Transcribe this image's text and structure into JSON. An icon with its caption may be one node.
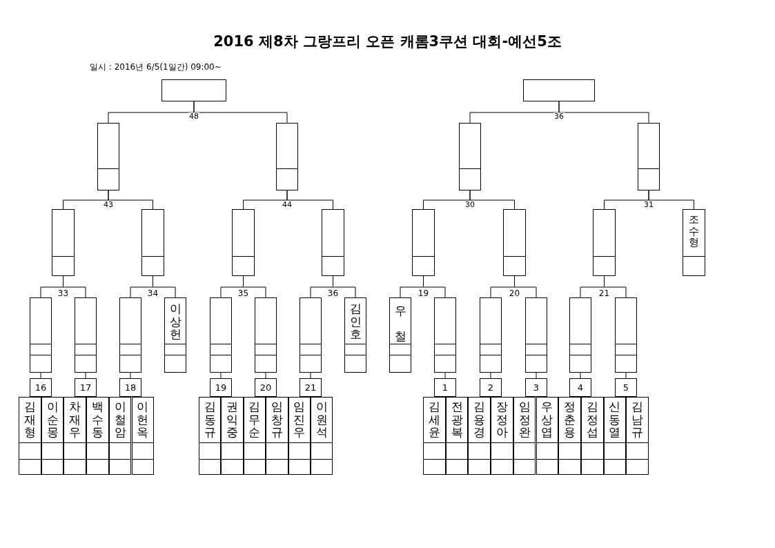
{
  "diagram": {
    "title": "2016 제8차 그랑프리 오픈 캐롬3쿠션 대회-예선5조",
    "caption": "일시 : 2016년 6/5(1일간) 09:00~",
    "nodes": [
      {
        "text": [],
        "shape": "box"
      },
      {
        "text": [],
        "shape": "box"
      },
      {
        "text": [],
        "shape": "box"
      },
      {
        "text": [],
        "shape": "box"
      },
      {
        "text": [],
        "shape": "box"
      },
      {
        "text": [],
        "shape": "box"
      },
      {
        "text": [],
        "shape": "box"
      },
      {
        "text": [],
        "shape": "box"
      },
      {
        "text": [],
        "shape": "box"
      },
      {
        "text": [],
        "shape": "box"
      },
      {
        "text": [],
        "shape": "box"
      },
      {
        "text": [],
        "shape": "box"
      },
      {
        "text": [],
        "shape": "box"
      },
      {
        "text": [
          "조수형"
        ]
      },
      {
        "text": [],
        "shape": "box"
      },
      {
        "text": [],
        "shape": "box"
      },
      {
        "text": [],
        "shape": "box"
      },
      {
        "text": [
          "이상헌"
        ]
      },
      {
        "text": [],
        "shape": "box"
      },
      {
        "text": [],
        "shape": "box"
      },
      {
        "text": [],
        "shape": "box"
      },
      {
        "text": [
          "김인호"
        ]
      },
      {
        "text": [
          "우 철"
        ]
      },
      {
        "text": [],
        "shape": "box"
      },
      {
        "text": [],
        "shape": "box"
      },
      {
        "text": [],
        "shape": "box"
      },
      {
        "text": [],
        "shape": "box"
      },
      {
        "text": [],
        "shape": "box"
      },
      {
        "text": [
          "16"
        ]
      },
      {
        "text": [
          "17"
        ]
      },
      {
        "text": [
          "18"
        ]
      },
      {
        "text": [
          "19"
        ]
      },
      {
        "text": [
          "20"
        ]
      },
      {
        "text": [
          "21"
        ]
      },
      {
        "text": [
          "1"
        ]
      },
      {
        "text": [
          "2"
        ]
      },
      {
        "text": [
          "3"
        ]
      },
      {
        "text": [
          "4"
        ]
      },
      {
        "text": [
          "5"
        ]
      },
      {
        "text": [
          "김재형"
        ]
      },
      {
        "text": [
          "이순몽"
        ]
      },
      {
        "text": [
          "차재우"
        ]
      },
      {
        "text": [
          "백수동"
        ]
      },
      {
        "text": [
          "이철암"
        ]
      },
      {
        "text": [
          "이헌옥"
        ]
      },
      {
        "text": [
          "김동규"
        ]
      },
      {
        "text": [
          "권익중"
        ]
      },
      {
        "text": [
          "김무순"
        ]
      },
      {
        "text": [
          "임창규"
        ]
      },
      {
        "text": [
          "임진우"
        ]
      },
      {
        "text": [
          "이원석"
        ]
      },
      {
        "text": [
          "김세윤"
        ]
      },
      {
        "text": [
          "전광복"
        ]
      },
      {
        "text": [
          "김용경"
        ]
      },
      {
        "text": [
          "장정아"
        ]
      },
      {
        "text": [
          "임정완"
        ]
      },
      {
        "text": [
          "우상엽"
        ]
      },
      {
        "text": [
          "정춘용"
        ]
      },
      {
        "text": [
          "김정섭"
        ]
      },
      {
        "text": [
          "신동열"
        ]
      },
      {
        "text": [
          "김남규"
        ]
      }
    ],
    "edges": [
      {
        "from": 2,
        "to": 0,
        "arrow": "none"
      },
      {
        "from": 3,
        "to": 0,
        "arrow": "none"
      },
      {
        "from": 4,
        "to": 1,
        "arrow": "none"
      },
      {
        "from": 5,
        "to": 1,
        "arrow": "none"
      },
      {
        "from": 6,
        "to": 2,
        "arrow": "none"
      },
      {
        "from": 7,
        "to": 2,
        "arrow": "none"
      },
      {
        "from": 8,
        "to": 3,
        "arrow": "none"
      },
      {
        "from": 9,
        "to": 3,
        "arrow": "none"
      },
      {
        "from": 10,
        "to": 4,
        "arrow": "none"
      },
      {
        "from": 11,
        "to": 4,
        "arrow": "none"
      },
      {
        "from": 12,
        "to": 5,
        "arrow": "none"
      },
      {
        "from": 13,
        "to": 5,
        "arrow": "none"
      },
      {
        "from": 14,
        "to": 6,
        "arrow": "none"
      },
      {
        "from": 15,
        "to": 6,
        "arrow": "none"
      },
      {
        "from": 16,
        "to": 7,
        "arrow": "none"
      },
      {
        "from": 17,
        "to": 7,
        "arrow": "none"
      },
      {
        "from": 18,
        "to": 8,
        "arrow": "none"
      },
      {
        "from": 19,
        "to": 8,
        "arrow": "none"
      },
      {
        "from": 20,
        "to": 9,
        "arrow": "none"
      },
      {
        "from": 21,
        "to": 9,
        "arrow": "none"
      },
      {
        "from": 22,
        "to": 10,
        "arrow": "none"
      },
      {
        "from": 23,
        "to": 10,
        "arrow": "none"
      },
      {
        "from": 24,
        "to": 11,
        "arrow": "none"
      },
      {
        "from": 25,
        "to": 11,
        "arrow": "none"
      },
      {
        "from": 26,
        "to": 12,
        "arrow": "none"
      },
      {
        "from": 27,
        "to": 12,
        "arrow": "none"
      },
      {
        "from": 28,
        "to": 14,
        "arrow": "none"
      },
      {
        "from": 29,
        "to": 15,
        "arrow": "none"
      },
      {
        "from": 30,
        "to": 16,
        "arrow": "none"
      },
      {
        "from": 31,
        "to": 18,
        "arrow": "none"
      },
      {
        "from": 32,
        "to": 19,
        "arrow": "none"
      },
      {
        "from": 33,
        "to": 20,
        "arrow": "none"
      },
      {
        "from": 34,
        "to": 23,
        "arrow": "none"
      },
      {
        "from": 35,
        "to": 24,
        "arrow": "none"
      },
      {
        "from": 36,
        "to": 25,
        "arrow": "none"
      },
      {
        "from": 37,
        "to": 26,
        "arrow": "none"
      },
      {
        "from": 38,
        "to": 27,
        "arrow": "none"
      }
    ],
    "labels": [
      "48",
      "36",
      "43",
      "44",
      "30",
      "31",
      "33",
      "34",
      "35",
      "36",
      "19",
      "20",
      "21"
    ]
  }
}
